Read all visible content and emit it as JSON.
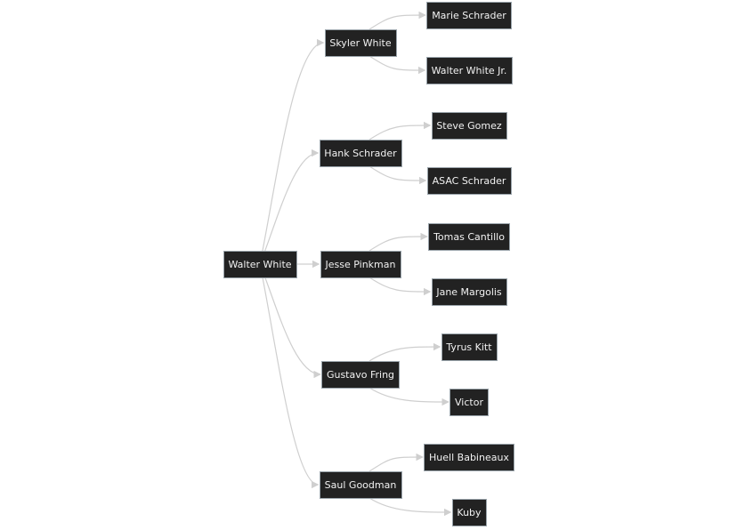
{
  "diagram": {
    "root": "Walter White",
    "branches": [
      {
        "label": "Skyler White",
        "children": [
          "Marie Schrader",
          "Walter White Jr."
        ]
      },
      {
        "label": "Hank Schrader",
        "children": [
          "Steve Gomez",
          "ASAC Schrader"
        ]
      },
      {
        "label": "Jesse Pinkman",
        "children": [
          "Tomas Cantillo",
          "Jane Margolis"
        ]
      },
      {
        "label": "Gustavo Fring",
        "children": [
          "Tyrus Kitt",
          "Victor"
        ]
      },
      {
        "label": "Saul Goodman",
        "children": [
          "Huell Babineaux",
          "Kuby"
        ]
      }
    ],
    "colors": {
      "node_fill": "#222222",
      "node_border": "#9aa4ab",
      "node_text": "#f2f2f2",
      "edge": "#cfcfcf",
      "background": "#ffffff"
    }
  }
}
